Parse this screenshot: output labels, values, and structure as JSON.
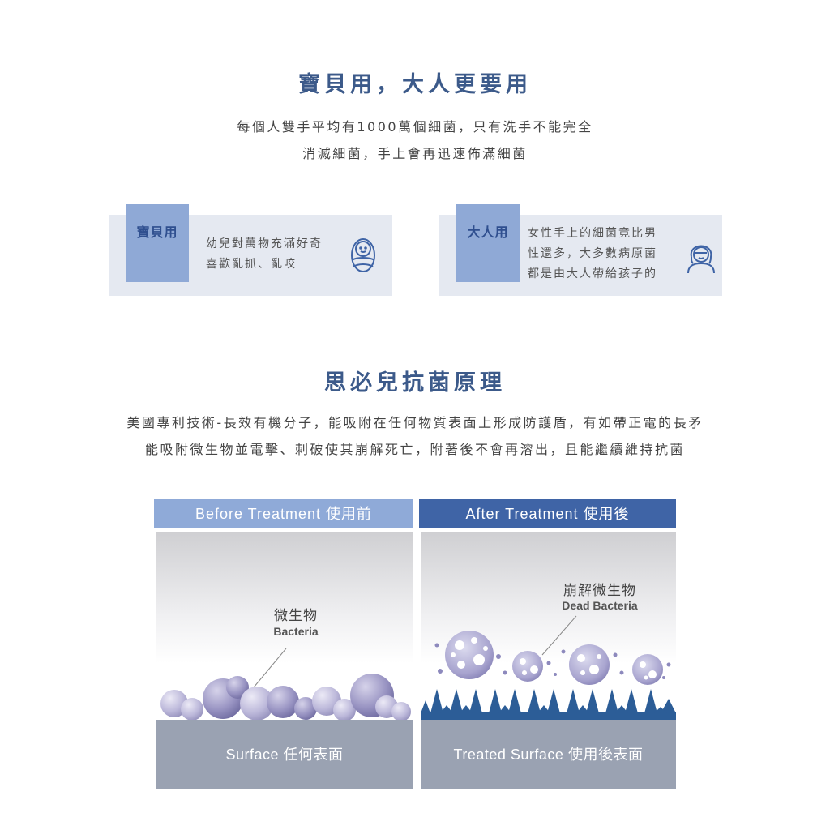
{
  "section1": {
    "title": "寶貝用，大人更要用",
    "lines": [
      "每個人雙手平均有1000萬個細菌，只有洗手不能完全",
      "消滅細菌，手上會再迅速佈滿細菌"
    ]
  },
  "cards": [
    {
      "tag": "寶貝用",
      "lines": [
        "幼兒對萬物充滿好奇",
        "喜歡亂抓、亂咬"
      ],
      "icon": "baby-icon"
    },
    {
      "tag": "大人用",
      "lines": [
        "女性手上的細菌竟比男",
        "性還多，大多數病原菌",
        "都是由大人帶給孩子的"
      ],
      "icon": "woman-icon"
    }
  ],
  "section2": {
    "title": "思必兒抗菌原理",
    "lines": [
      "美國專利技術-長效有機分子，能吸附在任何物質表面上形成防護盾，有如帶正電的長矛",
      "能吸附微生物並電擊、刺破使其崩解死亡，附著後不會再溶出，且能繼續維持抗菌"
    ]
  },
  "before": {
    "header": "Before Treatment 使用前",
    "label_cn": "微生物",
    "label_en": "Bacteria",
    "surface": "Surface 任何表面"
  },
  "after": {
    "header": "After Treatment 使用後",
    "label_cn": "崩解微生物",
    "label_en": "Dead Bacteria",
    "surface": "Treated Surface  使用後表面"
  },
  "colors": {
    "title": "#3c5a8a",
    "card_bg": "#e5e9f1",
    "tag_bg": "#8fa9d6",
    "before_header": "#8faad8",
    "after_header": "#3f64a6",
    "surface": "#9aa2b2",
    "spike": "#2c5d97"
  }
}
